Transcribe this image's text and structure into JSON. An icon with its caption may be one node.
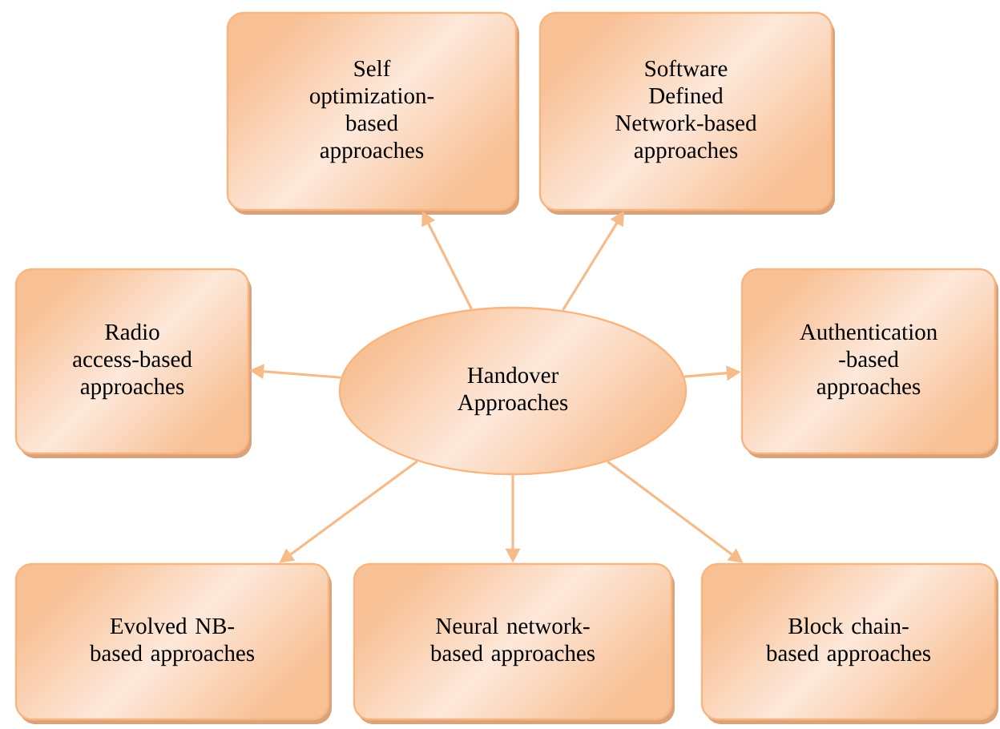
{
  "diagram": {
    "nodes": [
      {
        "text": [
          "Handover Approaches"
        ]
      },
      {
        "text": [
          "Self optimization-based approaches"
        ]
      },
      {
        "text": [
          "Software Defined Network-based approaches"
        ]
      },
      {
        "text": [
          "Radio access-based approaches"
        ]
      },
      {
        "text": [
          "Authentication -based approaches"
        ]
      },
      {
        "text": [
          "Evolved NB-based approaches"
        ]
      },
      {
        "text": [
          "Neural network-based approaches"
        ]
      },
      {
        "text": [
          "Block chain-based approaches"
        ]
      }
    ],
    "edges": [
      {
        "from": 0,
        "to": 1,
        "arrow": "to"
      },
      {
        "from": 0,
        "to": 2,
        "arrow": "to"
      },
      {
        "from": 0,
        "to": 3,
        "arrow": "to"
      },
      {
        "from": 0,
        "to": 4,
        "arrow": "to"
      },
      {
        "from": 0,
        "to": 5,
        "arrow": "to"
      },
      {
        "from": 0,
        "to": 6,
        "arrow": "to"
      },
      {
        "from": 0,
        "to": 7,
        "arrow": "to"
      }
    ]
  }
}
